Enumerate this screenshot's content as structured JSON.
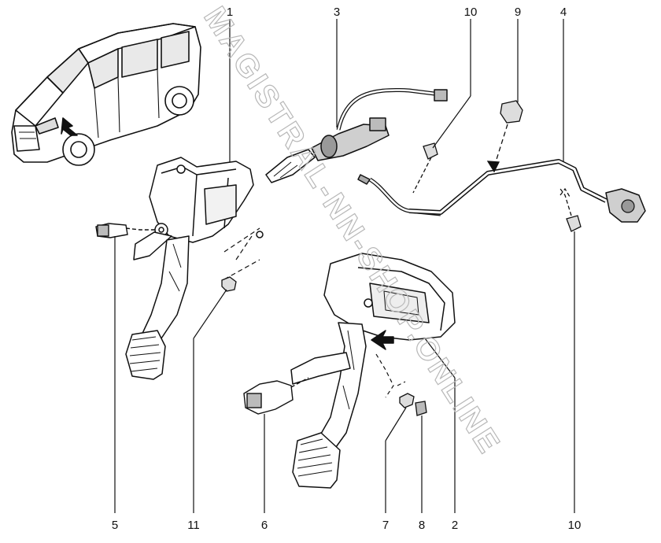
{
  "diagram": {
    "watermark": "MAGISTRAL-NN-SHOP.ONLINE",
    "callouts": {
      "c1": "1",
      "c3": "3",
      "c10_top": "10",
      "c9": "9",
      "c4": "4",
      "c5": "5",
      "c11": "11",
      "c6": "6",
      "c7": "7",
      "c8": "8",
      "c2": "2",
      "c10_bottom": "10"
    }
  }
}
